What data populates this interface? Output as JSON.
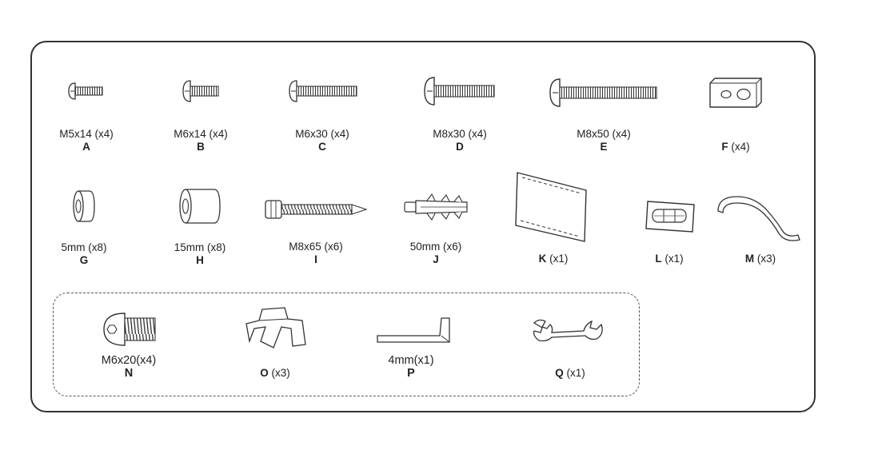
{
  "items": [
    {
      "letter": "A",
      "spec": "M5x14 (x4)",
      "icon": "screw-icon"
    },
    {
      "letter": "B",
      "spec": "M6x14 (x4)",
      "icon": "screw-icon"
    },
    {
      "letter": "C",
      "spec": "M6x30 (x4)",
      "icon": "screw-icon"
    },
    {
      "letter": "D",
      "spec": "M8x30 (x4)",
      "icon": "screw-icon"
    },
    {
      "letter": "E",
      "spec": "M8x50 (x4)",
      "icon": "screw-icon"
    },
    {
      "letter": "F",
      "spec": "(x4)",
      "icon": "plate-washer-icon"
    },
    {
      "letter": "G",
      "spec": "5mm (x8)",
      "icon": "spacer-icon"
    },
    {
      "letter": "H",
      "spec": "15mm (x8)",
      "icon": "spacer-icon"
    },
    {
      "letter": "I",
      "spec": "M8x65 (x6)",
      "icon": "lag-bolt-icon"
    },
    {
      "letter": "J",
      "spec": "50mm (x6)",
      "icon": "wall-anchor-icon"
    },
    {
      "letter": "K",
      "spec": "(x1)",
      "icon": "template-sheet-icon"
    },
    {
      "letter": "L",
      "spec": "(x1)",
      "icon": "bubble-level-icon"
    },
    {
      "letter": "M",
      "spec": "(x3)",
      "icon": "cable-clip-icon"
    },
    {
      "letter": "N",
      "spec": "M6x20(x4)",
      "icon": "hex-socket-screw-icon"
    },
    {
      "letter": "O",
      "spec": "(x3)",
      "icon": "cable-tie-clip-icon"
    },
    {
      "letter": "P",
      "spec": "4mm(x1)",
      "icon": "allen-key-icon"
    },
    {
      "letter": "Q",
      "spec": "(x1)",
      "icon": "wrench-icon"
    }
  ]
}
